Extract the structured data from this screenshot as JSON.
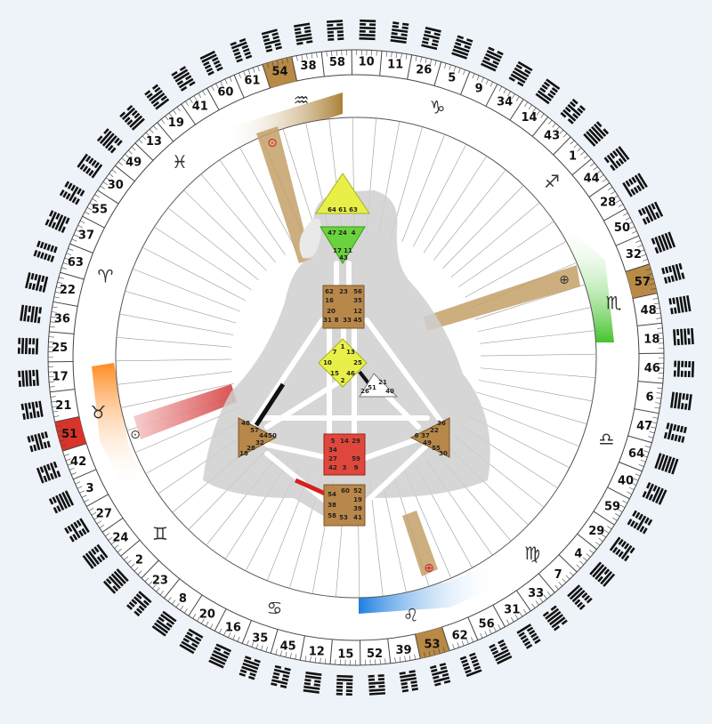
{
  "wheel": {
    "gates": [
      "10",
      "11",
      "26",
      "5",
      "9",
      "34",
      "14",
      "43",
      "1",
      "44",
      "28",
      "50",
      "32",
      "57",
      "48",
      "18",
      "46",
      "6",
      "47",
      "64",
      "40",
      "59",
      "29",
      "4",
      "7",
      "33",
      "31",
      "56",
      "62",
      "53",
      "39",
      "52",
      "15",
      "12",
      "45",
      "35",
      "16",
      "20",
      "8",
      "23",
      "2",
      "24",
      "27",
      "3",
      "42",
      "51",
      "21",
      "17",
      "25",
      "36",
      "22",
      "63",
      "37",
      "55",
      "30",
      "49",
      "13",
      "19",
      "41",
      "60",
      "61",
      "54",
      "38",
      "58"
    ],
    "highlighted": [
      {
        "gate": "54",
        "color": "#b88a46"
      },
      {
        "gate": "57",
        "color": "#b88a46"
      },
      {
        "gate": "53",
        "color": "#b88a46"
      },
      {
        "gate": "51",
        "color": "#d9342a"
      }
    ],
    "signs": [
      "♑",
      "♐",
      "♏",
      "♎",
      "♍",
      "♌",
      "♋",
      "♊",
      "♉",
      "♈",
      "♓",
      "♒"
    ],
    "markers": [
      {
        "symbol": "⊙",
        "style": "red"
      },
      {
        "symbol": "⊕",
        "style": "dark"
      },
      {
        "symbol": "⊙",
        "style": "dark"
      },
      {
        "symbol": "⊕",
        "style": "red"
      }
    ]
  },
  "bodygraph": {
    "head": [
      "64",
      "61",
      "63"
    ],
    "ajna_top": [
      "47",
      "24",
      "4"
    ],
    "ajna_bottom": [
      "17",
      "11",
      "43"
    ],
    "throat": [
      "62",
      "23",
      "56",
      "16",
      "35",
      "20",
      "12",
      "31",
      "8",
      "33",
      "45"
    ],
    "g_center": [
      "1",
      "7",
      "13",
      "10",
      "25",
      "15",
      "46",
      "2"
    ],
    "heart": [
      "21",
      "26",
      "40",
      "51"
    ],
    "spleen": [
      "48",
      "57",
      "44",
      "50",
      "32",
      "28",
      "18"
    ],
    "sacral": [
      "5",
      "14",
      "29",
      "34",
      "27",
      "59",
      "42",
      "3",
      "9"
    ],
    "solar": [
      "36",
      "22",
      "37",
      "6",
      "49",
      "55",
      "30"
    ],
    "root": [
      "60",
      "52",
      "54",
      "19",
      "38",
      "39",
      "58",
      "41",
      "53"
    ]
  }
}
